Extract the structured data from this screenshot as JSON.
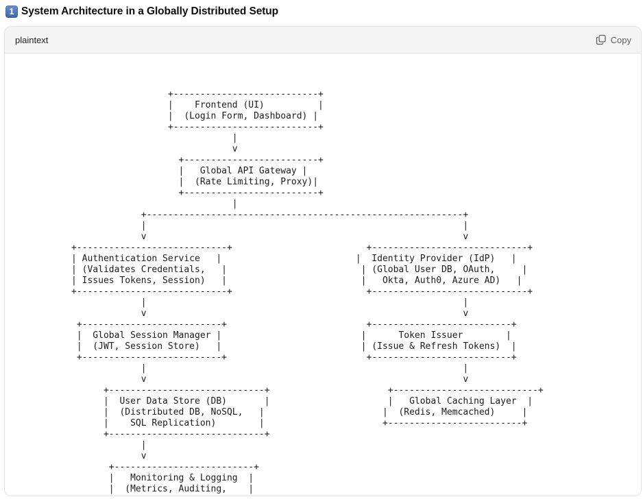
{
  "heading": {
    "number_badge": "1",
    "title": "System Architecture in a Globally Distributed Setup"
  },
  "code_block": {
    "language": "plaintext",
    "copy_label": "Copy",
    "copy_icon": "copy-icon",
    "content": "                  +---------------------------+\n                  |    Frontend (UI)          |\n                  |  (Login Form, Dashboard) |\n                  +---------------------------+\n                              |\n                              v\n                    +-------------------------+\n                    |   Global API Gateway |\n                    |  (Rate Limiting, Proxy)|\n                    +-------------------------+\n                              |\n             +-----------------------------------------------------------+\n             |                                                           |\n             v                                                           v\n+----------------------------+                         +-----------------------------+\n| Authentication Service   |                         |  Identity Provider (IdP)   |\n| (Validates Credentials,   |                         | (Global User DB, OAuth,     |\n| Issues Tokens, Session)   |                         |   Okta, Auth0, Azure AD)   |\n+----------------------------+                         +-----------------------------+\n             |                                                           |\n             v                                                           v\n +--------------------------+                          +--------------------------+\n |  Global Session Manager |                          |      Token Issuer        |\n |  (JWT, Session Store)   |                          | (Issue & Refresh Tokens)  |\n +--------------------------+                          +--------------------------+\n             |                                                           |\n             v                                                           v\n      +-----------------------------+                      +---------------------------+\n      |  User Data Store (DB)       |                      |   Global Caching Layer  |\n      |  (Distributed DB, NoSQL,   |                      |  (Redis, Memcached)     |\n      |    SQL Replication)        |                      +-------------------------+\n      +-----------------------------+\n             |\n             v\n       +--------------------------+\n       |   Monitoring & Logging  |\n       |  (Metrics, Auditing,    |\n       |   Alerts, Anomalies)    |\n       +--------------------------+"
  }
}
